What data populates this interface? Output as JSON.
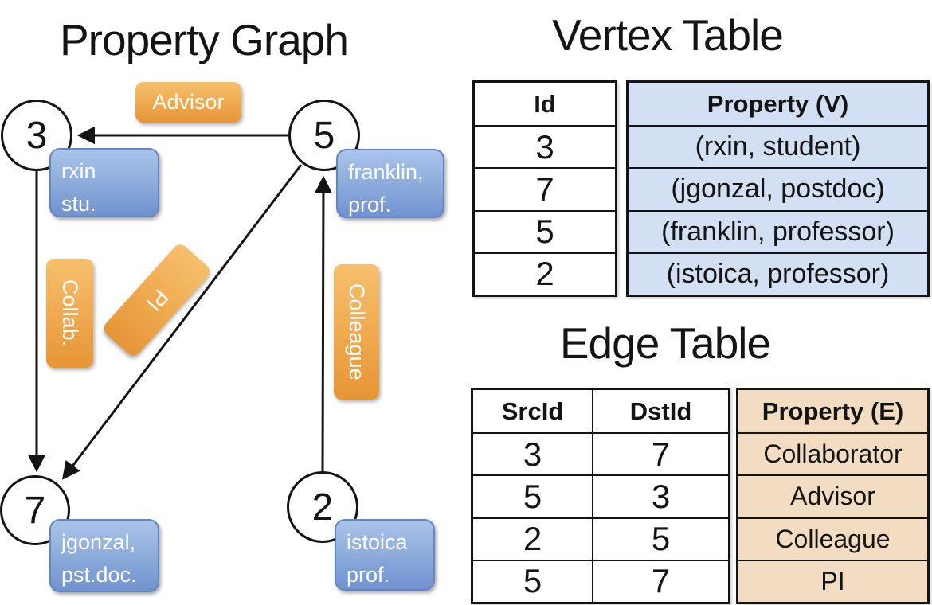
{
  "graph": {
    "title": "Property Graph",
    "nodes": [
      {
        "id": "3",
        "label_lines": [
          "rxin",
          "stu."
        ]
      },
      {
        "id": "5",
        "label_lines": [
          "franklin,",
          "prof."
        ]
      },
      {
        "id": "7",
        "label_lines": [
          "jgonzal,",
          "pst.doc."
        ]
      },
      {
        "id": "2",
        "label_lines": [
          "istoica",
          "prof."
        ]
      }
    ],
    "edge_labels": {
      "advisor": "Advisor",
      "collab": "Collab.",
      "pi": "PI",
      "colleague": "Colleague"
    }
  },
  "vertex_table": {
    "title": "Vertex Table",
    "columns": [
      "Id",
      "Property (V)"
    ],
    "rows": [
      [
        "3",
        "(rxin, student)"
      ],
      [
        "7",
        "(jgonzal, postdoc)"
      ],
      [
        "5",
        "(franklin, professor)"
      ],
      [
        "2",
        "(istoica, professor)"
      ]
    ]
  },
  "edge_table": {
    "title": "Edge Table",
    "columns": [
      "SrcId",
      "DstId",
      "Property (E)"
    ],
    "rows": [
      [
        "3",
        "7",
        "Collaborator"
      ],
      [
        "5",
        "3",
        "Advisor"
      ],
      [
        "2",
        "5",
        "Colleague"
      ],
      [
        "5",
        "7",
        "PI"
      ]
    ]
  },
  "colors": {
    "vertex_column_fill": "#d3dff2",
    "edge_column_fill": "#f2ddc3",
    "vertex_card_top": "#aac4eb",
    "vertex_card_bottom": "#7092cf",
    "edge_label_top": "#f6c06d",
    "edge_label_bottom": "#e69536",
    "line_color": "#141414"
  }
}
